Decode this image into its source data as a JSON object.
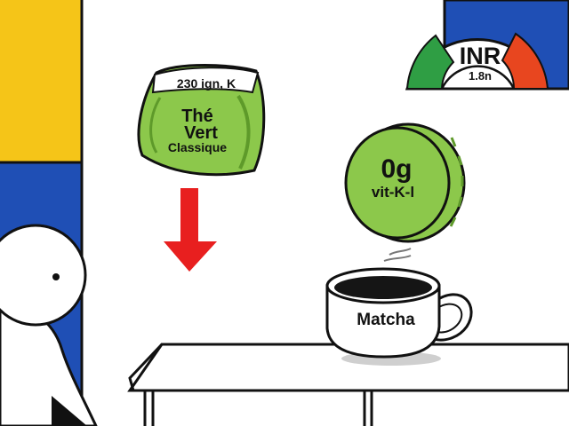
{
  "colors": {
    "yellow": "#f5c518",
    "blue": "#1f4fb5",
    "tea_green": "#8cc84b",
    "tea_green_dark": "#5e9a2a",
    "arrow_red": "#e81f1f",
    "gauge_green": "#2f9e44",
    "gauge_orange": "#e8461f",
    "coffee": "#151515",
    "outline": "#111111"
  },
  "gauge": {
    "currency": "INR",
    "value": "1.8n"
  },
  "tea_bag": {
    "top_text": "230 ign, K",
    "line1": "Thé",
    "line2": "Vert",
    "line3": "Classique"
  },
  "coin": {
    "amount": "0g",
    "subtext": "vit-K-l"
  },
  "cup": {
    "label": "Matcha"
  },
  "icons": {
    "arrow": "down-arrow-icon",
    "steam": "steam-icon",
    "person": "person-figure"
  }
}
